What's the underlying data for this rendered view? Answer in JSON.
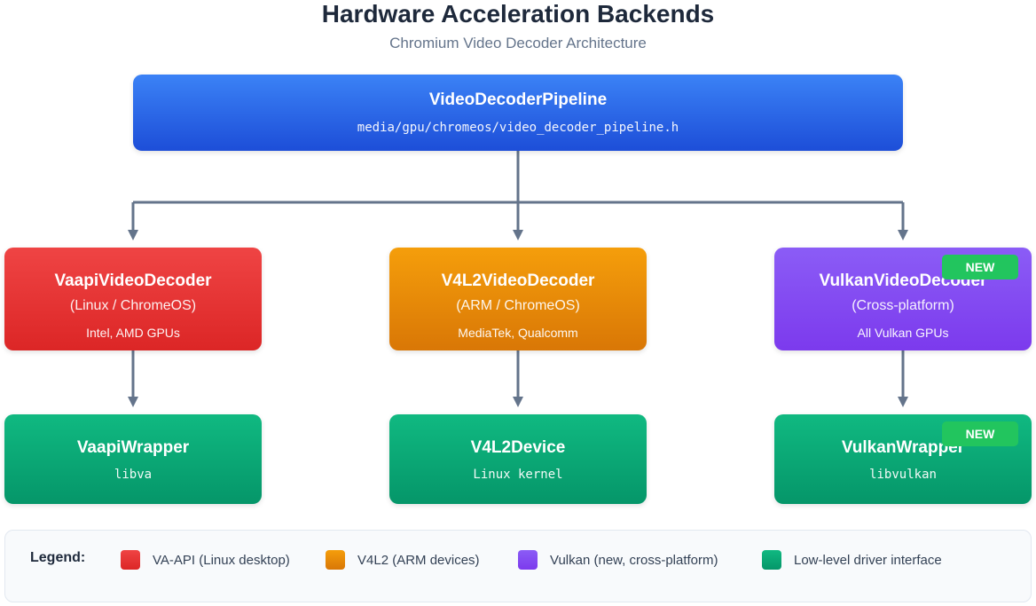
{
  "header": {
    "title": "Hardware Acceleration Backends",
    "subtitle": "Chromium Video Decoder Architecture"
  },
  "pipeline": {
    "name": "VideoDecoderPipeline",
    "path": "media/gpu/chromeos/video_decoder_pipeline.h"
  },
  "decoders": [
    {
      "name": "VaapiVideoDecoder",
      "platform": "(Linux / ChromeOS)",
      "hardware": "Intel, AMD GPUs"
    },
    {
      "name": "V4L2VideoDecoder",
      "platform": "(ARM / ChromeOS)",
      "hardware": "MediaTek, Qualcomm"
    },
    {
      "name": "VulkanVideoDecoder",
      "platform": "(Cross-platform)",
      "hardware": "All Vulkan GPUs",
      "badge": "NEW"
    }
  ],
  "wrappers": [
    {
      "name": "VaapiWrapper",
      "lib": "libva"
    },
    {
      "name": "V4L2Device",
      "lib": "Linux kernel"
    },
    {
      "name": "VulkanWrapper",
      "lib": "libvulkan",
      "badge": "NEW"
    }
  ],
  "legend": {
    "title": "Legend:",
    "items": [
      {
        "label": "VA-API (Linux desktop)",
        "color": "#dc2626"
      },
      {
        "label": "V4L2 (ARM devices)",
        "color": "#d97706"
      },
      {
        "label": "Vulkan (new, cross-platform)",
        "color": "#7c3aed"
      },
      {
        "label": "Low-level driver interface",
        "color": "#059669"
      }
    ]
  },
  "colors": {
    "pipeline": "#2563eb",
    "vaapi": "#dc2626",
    "v4l2": "#d97706",
    "vulkan": "#7c3aed",
    "driver": "#059669",
    "badge": "#22c55e",
    "connector": "#64748b"
  }
}
